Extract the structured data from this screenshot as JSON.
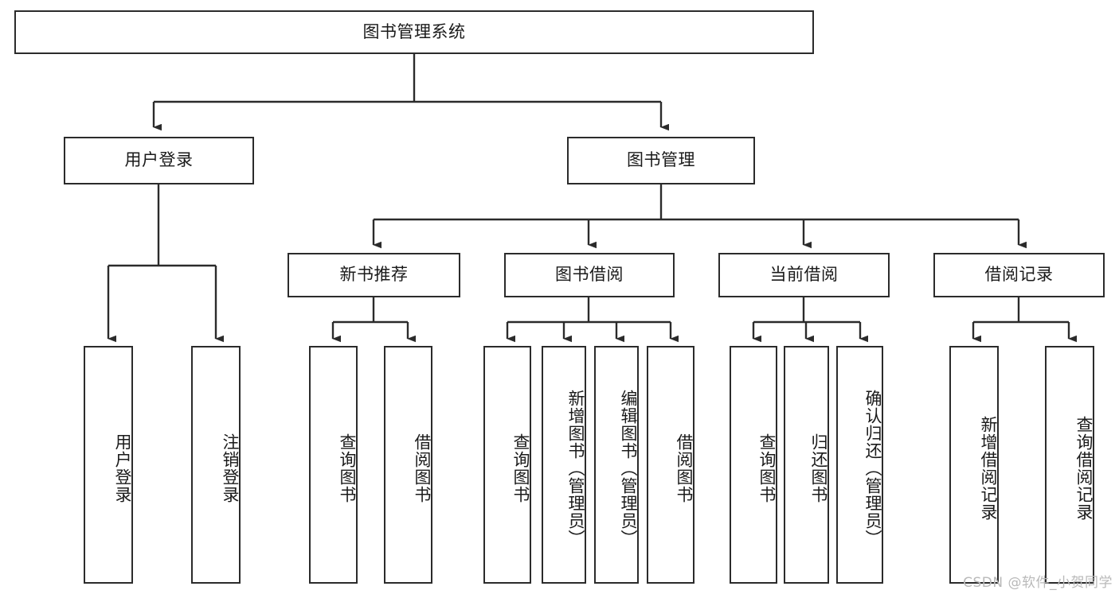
{
  "diagram": {
    "title": "图书管理系统",
    "type": "tree-hierarchy-chart",
    "colors": {
      "box_border": "#2b2b2b",
      "box_fill": "#ffffff",
      "edge": "#2b2b2b",
      "text": "#1a1a1a",
      "watermark": "#b9b9b9",
      "background": "#ffffff"
    },
    "root": {
      "label": "图书管理系统"
    },
    "level2": [
      {
        "label": "用户登录"
      },
      {
        "label": "图书管理"
      }
    ],
    "level3": [
      {
        "label": "新书推荐"
      },
      {
        "label": "图书借阅"
      },
      {
        "label": "当前借阅"
      },
      {
        "label": "借阅记录"
      }
    ],
    "leaves": {
      "user_login": [
        {
          "label": "用户登录"
        },
        {
          "label": "注销登录"
        }
      ],
      "new_book_recommend": [
        {
          "label": "查询图书"
        },
        {
          "label": "借阅图书"
        }
      ],
      "book_borrow": [
        {
          "label": "查询图书"
        },
        {
          "label": "新增图书（管理员）"
        },
        {
          "label": "编辑图书（管理员）"
        },
        {
          "label": "借阅图书"
        }
      ],
      "current_borrow": [
        {
          "label": "查询图书"
        },
        {
          "label": "归还图书"
        },
        {
          "label": "确认归还（管理员）"
        }
      ],
      "borrow_record": [
        {
          "label": "新增借阅记录"
        },
        {
          "label": "查询借阅记录"
        }
      ]
    }
  },
  "watermark": {
    "text": "CSDN @软件_小贺同学"
  }
}
